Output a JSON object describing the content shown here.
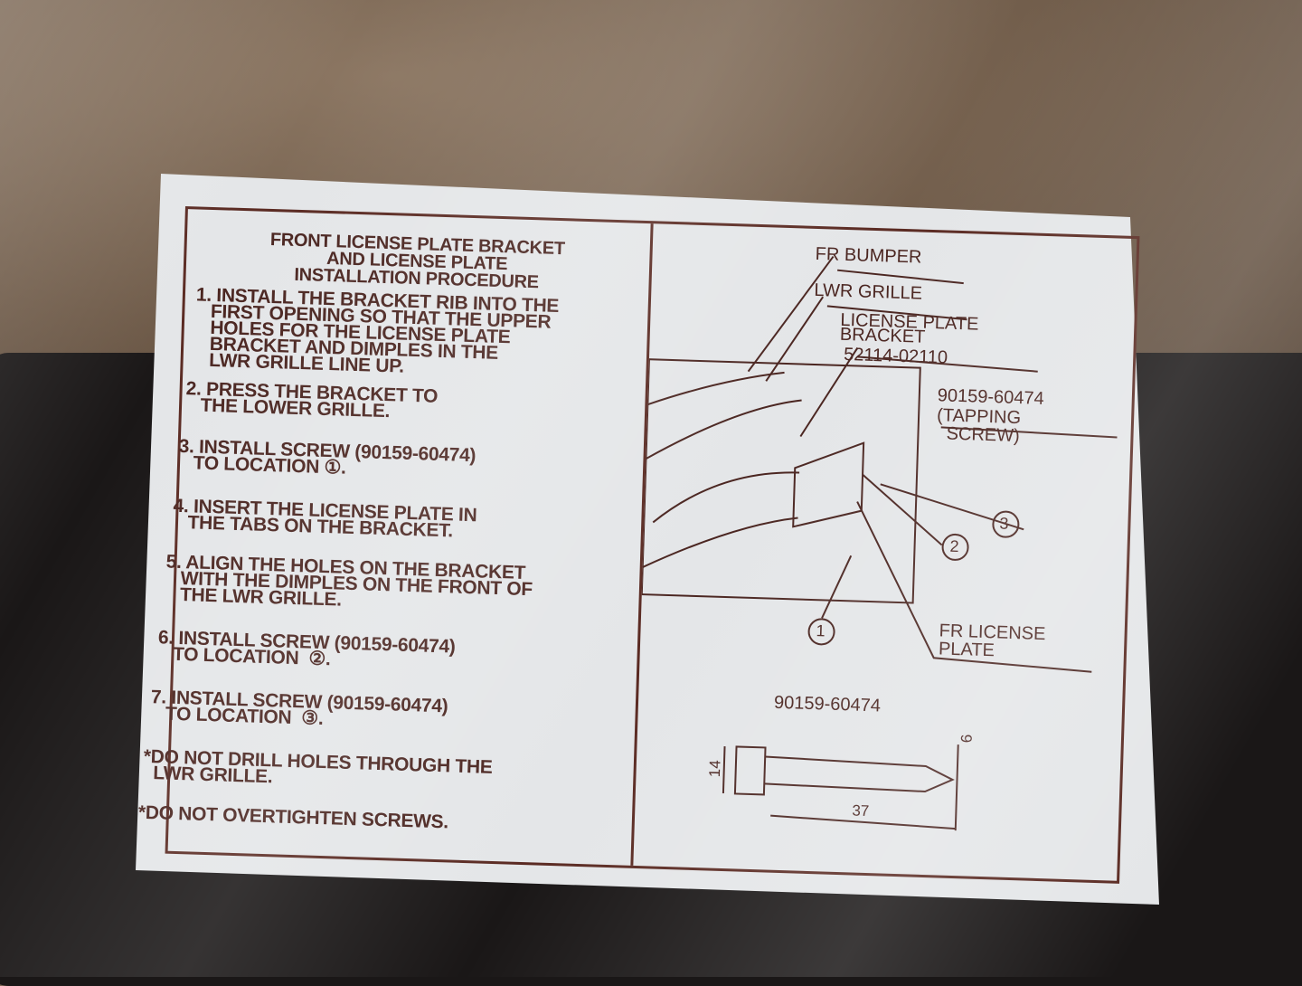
{
  "sheet": {
    "title": [
      "FRONT LICENSE PLATE BRACKET",
      "AND LICENSE PLATE",
      "INSTALLATION PROCEDURE"
    ],
    "steps": [
      "1. INSTALL THE BRACKET RIB INTO THE\n   FIRST OPENING SO THAT THE UPPER\n   HOLES FOR THE LICENSE PLATE\n   BRACKET AND DIMPLES IN THE\n   LWR GRILLE LINE UP.",
      "2. PRESS THE BRACKET TO\n   THE LOWER GRILLE.",
      "3. INSTALL SCREW (90159-60474)\n   TO LOCATION ①.",
      "4. INSERT THE LICENSE PLATE IN\n   THE TABS ON THE BRACKET.",
      "5. ALIGN THE HOLES ON THE BRACKET\n   WITH THE DIMPLES ON THE FRONT OF\n   THE LWR GRILLE.",
      "6. INSTALL SCREW (90159-60474)\n   TO LOCATION  ②.",
      "7. INSTALL SCREW (90159-60474)\n   TO LOCATION  ③."
    ],
    "notes": [
      "*DO NOT DRILL HOLES THROUGH THE\n  LWR GRILLE.",
      "*DO NOT OVERTIGHTEN SCREWS."
    ]
  },
  "diagram": {
    "fr_bumper": "FR BUMPER",
    "lwr_grille": "LWR GRILLE",
    "bracket": "LICENSE PLATE\nBRACKET",
    "bracket_part": "52114-02110",
    "screw_part": "90159-60474",
    "screw_type": "(TAPPING\n  SCREW)",
    "fr_license_plate": "FR LICENSE\nPLATE",
    "callouts": [
      "1",
      "2",
      "3"
    ],
    "screw_spec_part": "90159-60474",
    "dim_head": "14",
    "dim_length": "37",
    "dim_dia": "6"
  }
}
